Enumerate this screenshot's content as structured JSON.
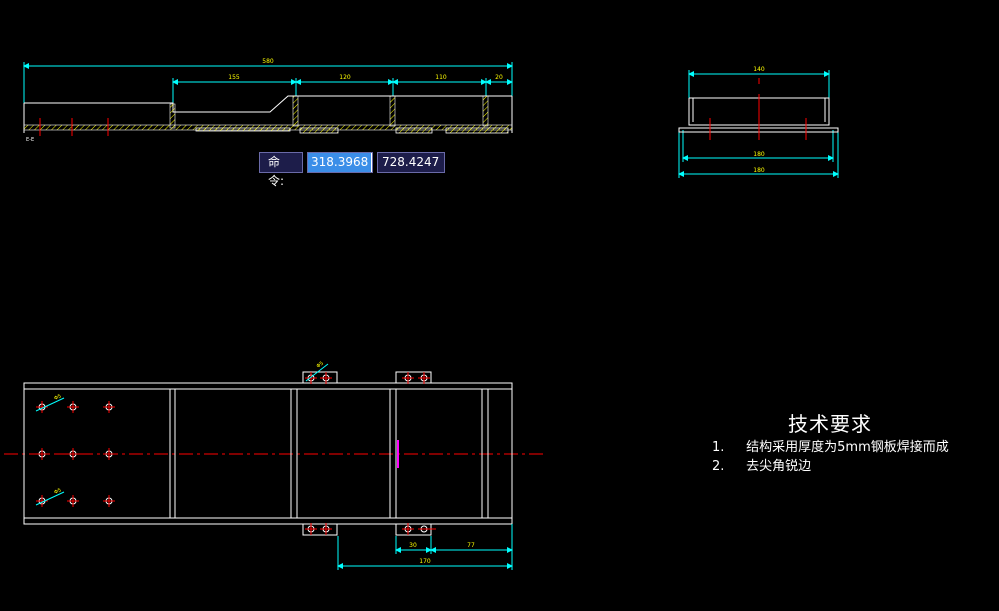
{
  "command_bar": {
    "label": "命令:",
    "x_value": "318.3968",
    "y_value": "728.4247"
  },
  "technical_requirements": {
    "title": "技术要求",
    "items": [
      {
        "num": "1.",
        "text": "结构采用厚度为5mm钢板焊接而成"
      },
      {
        "num": "2.",
        "text": "去尖角锐边"
      }
    ]
  },
  "dimensions": {
    "side_view": {
      "overall": "580",
      "d1": "155",
      "d2": "120",
      "d3": "110",
      "d4": "20"
    },
    "end_view": {
      "top": "140",
      "middle": "180",
      "bottom": "180"
    },
    "plan_view": {
      "a": "30",
      "b": "77",
      "c": "170",
      "dia1": "Φ5",
      "dia2": "Φ5",
      "dia3": "Φ5"
    }
  },
  "colors": {
    "dimension": "#00ffff",
    "dim_text": "#ffff00",
    "outline": "#ffffff",
    "centerline": "#ff0000",
    "hatch": "#ffff00",
    "marker": "#ff00ff"
  }
}
